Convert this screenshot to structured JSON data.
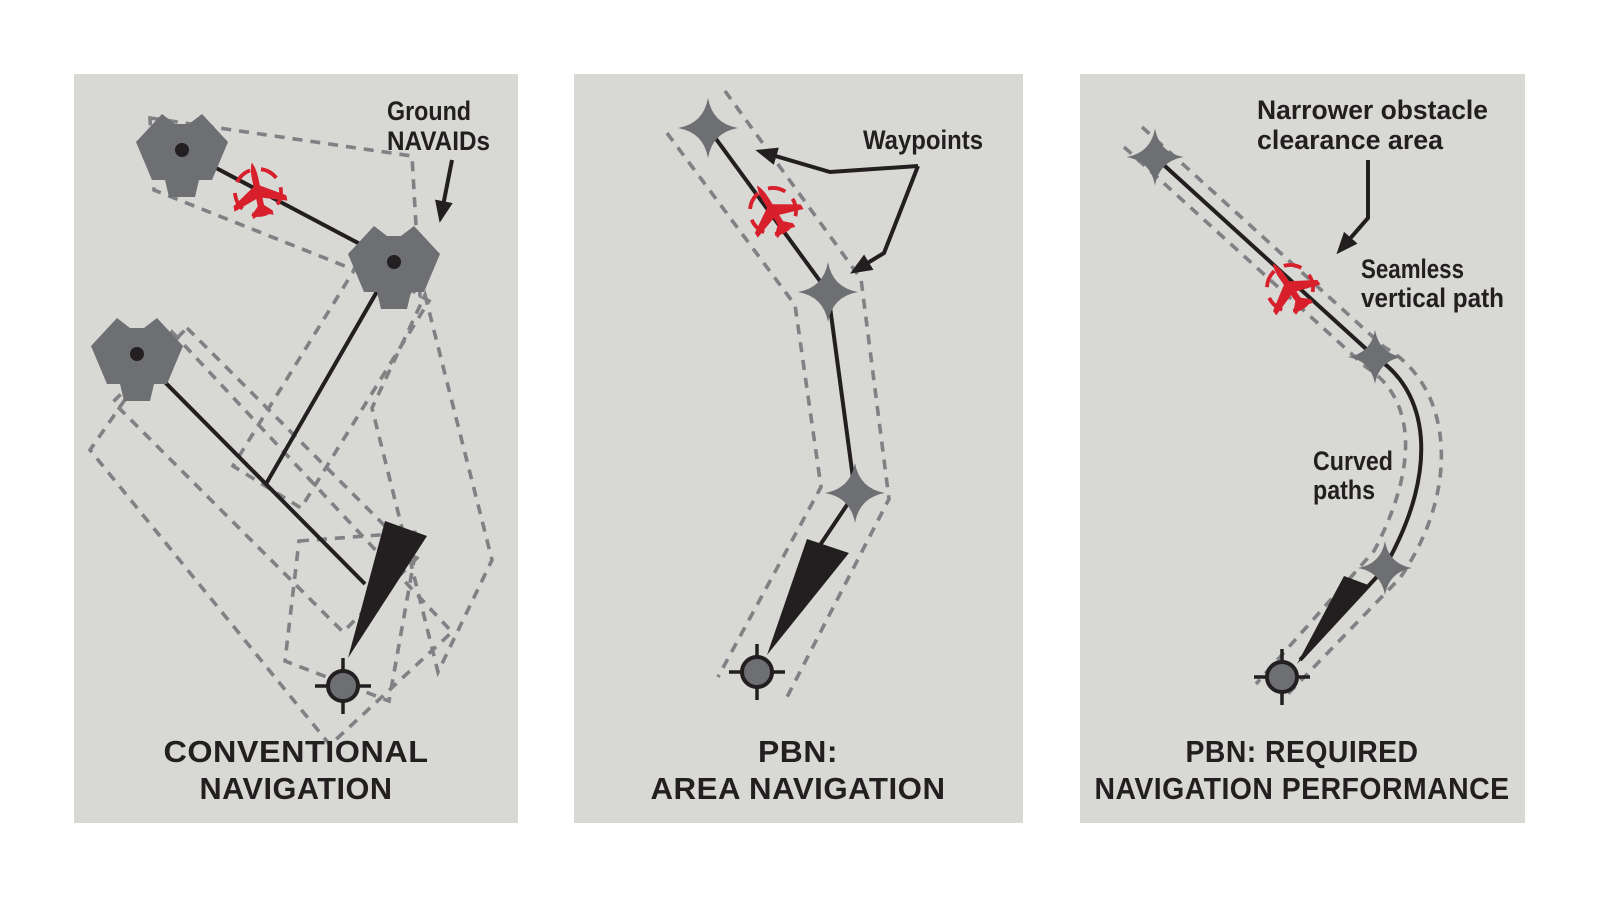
{
  "theme": {
    "background": "#ffffff",
    "panel_bg": "#d8d8d5",
    "ink": "#231f20",
    "icon_gray": "#6d6f72",
    "dash_gray": "#7f8184",
    "red": "#d7202c"
  },
  "panels": [
    {
      "id": "conventional-navigation",
      "title": {
        "line1": "CONVENTIONAL",
        "line2": "NAVIGATION"
      },
      "labels": {
        "ground_navaids": {
          "line1": "Ground",
          "line2": "NAVAIDs"
        }
      }
    },
    {
      "id": "pbn-area-navigation",
      "title": {
        "line1": "PBN:",
        "line2": "AREA NAVIGATION"
      },
      "labels": {
        "waypoints": "Waypoints"
      }
    },
    {
      "id": "pbn-required-navigation-performance",
      "title": {
        "line1": "PBN: REQUIRED",
        "line2": "NAVIGATION PERFORMANCE"
      },
      "labels": {
        "narrower": {
          "line1": "Narrower obstacle",
          "line2": "clearance area"
        },
        "seamless": {
          "line1": "Seamless",
          "line2": "vertical path"
        },
        "curved": {
          "line1": "Curved",
          "line2": "paths"
        }
      }
    }
  ]
}
